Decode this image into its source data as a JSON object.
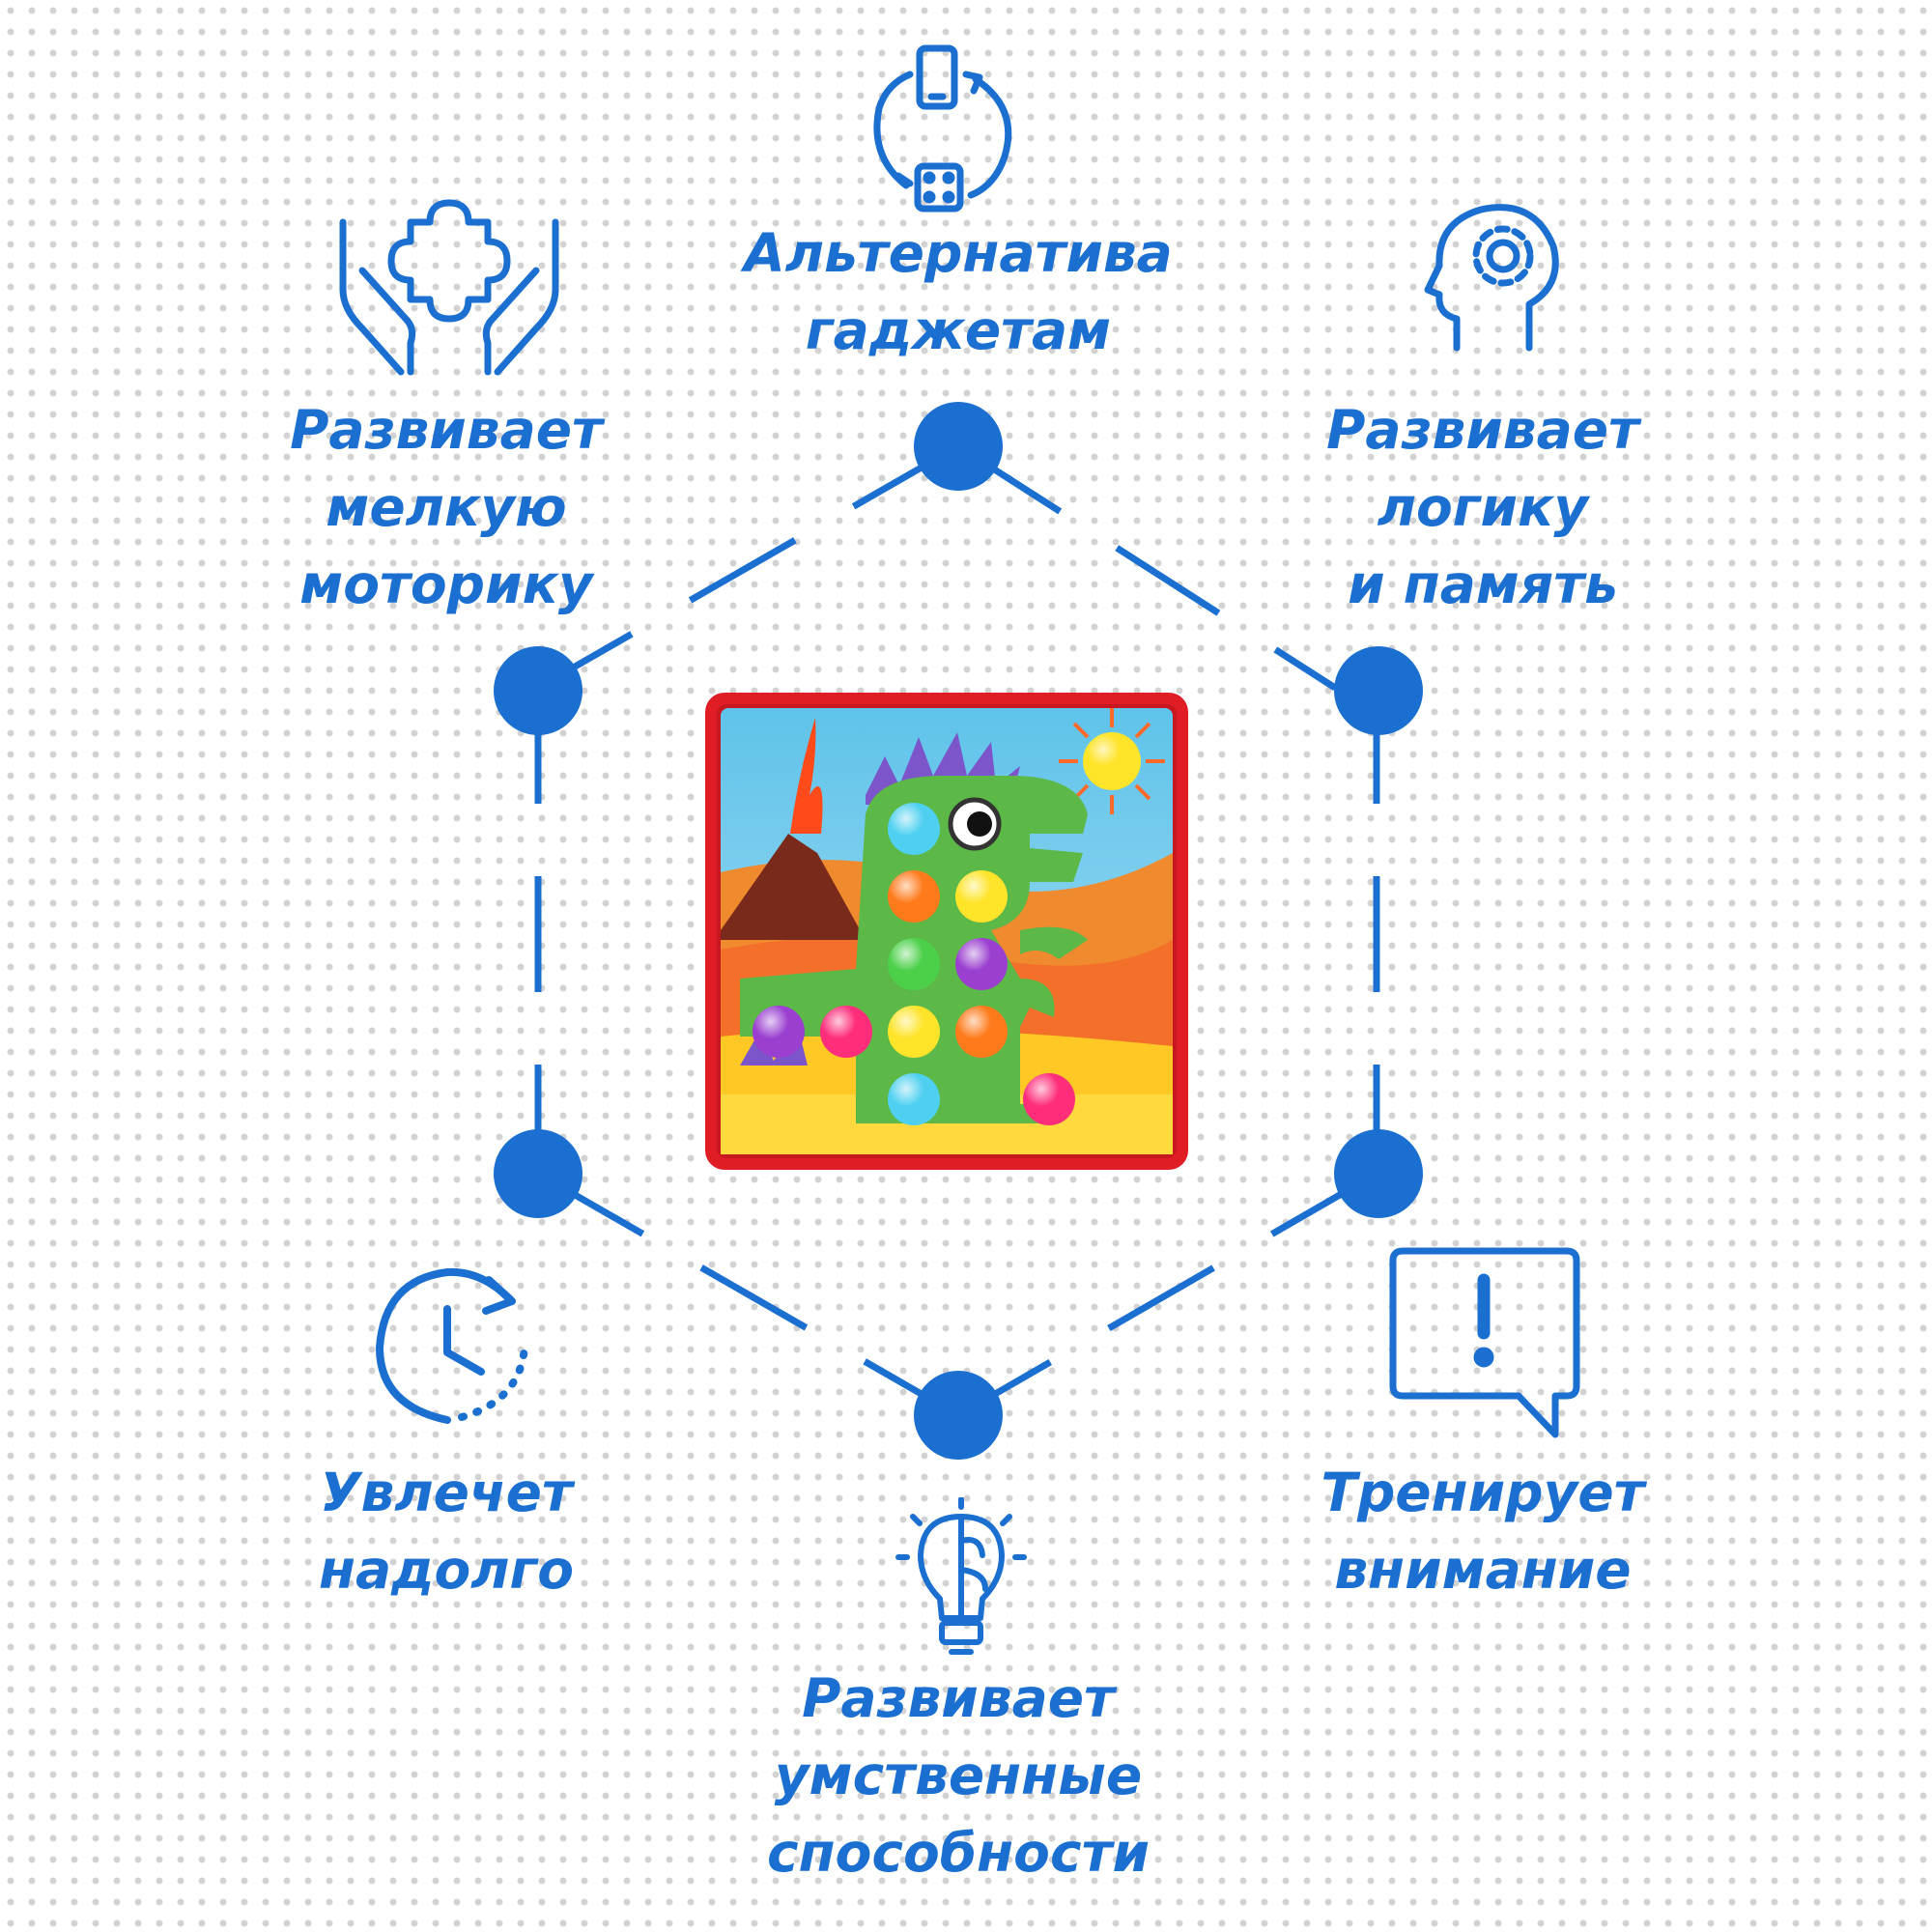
{
  "colors": {
    "accent": "#1a6fd1",
    "board_frame": "#e01d24",
    "sky": "#5fc3ea",
    "dino": "#5cb847"
  },
  "features": [
    {
      "id": "gadgets",
      "icon": "phone-dice-cycle-icon",
      "lines": [
        "Альтернатива",
        "гаджетам"
      ]
    },
    {
      "id": "motor",
      "icon": "hands-puzzle-icon",
      "lines": [
        "Развивает",
        "мелкую",
        "моторику"
      ]
    },
    {
      "id": "logic",
      "icon": "head-gear-icon",
      "lines": [
        "Развивает",
        "логику",
        "и память"
      ]
    },
    {
      "id": "engage",
      "icon": "clock-arrow-icon",
      "lines": [
        "Увлечет",
        "надолго"
      ]
    },
    {
      "id": "attention",
      "icon": "speech-bubble-exclamation-icon",
      "lines": [
        "Тренирует",
        "внимание"
      ]
    },
    {
      "id": "mental",
      "icon": "lightbulb-brain-icon",
      "lines": [
        "Развивает",
        "умственные",
        "способности"
      ]
    }
  ],
  "product": {
    "image": "dinosaur-mosaic-board",
    "peg_colors": [
      "#4fd0f0",
      "#ff7a1a",
      "#ffe42a",
      "#4cd04a",
      "#9a3fd0",
      "#ff2d7a"
    ]
  }
}
